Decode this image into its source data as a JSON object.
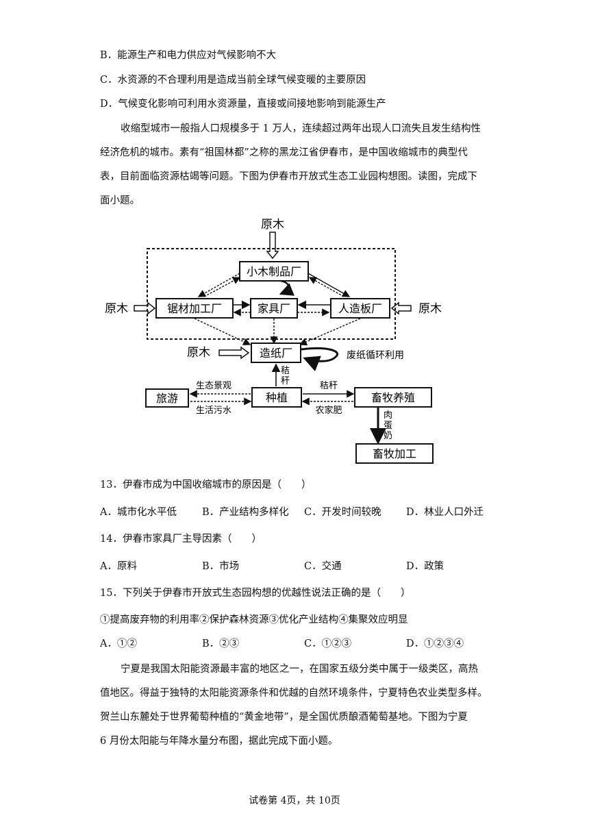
{
  "prev_options": {
    "B": "B．能源生产和电力供应对气候影响不大",
    "C": "C．水资源的不合理利用是造成当前全球气候变暖的主要原因",
    "D": "D．气候变化影响可利用水资源量，直接或间接地影响到能源生产"
  },
  "passage1": {
    "line1": "收缩型城市一般指人口规模多于 1 万人，连续超过两年出现人口流失且发生结构性",
    "line2": "经济危机的城市。素有“祖国林都”之称的黑龙江省伊春市，是中国收缩城市的典型代",
    "line3": "表，目前面临资源枯竭等问题。下图为伊春市开放式生态工业园构想图。读图，完成下",
    "line4": "面小题。"
  },
  "diagram": {
    "raw_wood_top": "原木",
    "raw_wood_left": "原木",
    "raw_wood_right": "原木",
    "raw_wood_paper": "原木",
    "small_wood": "小木制品厂",
    "sawmill": "锯材加工厂",
    "furniture": "家具厂",
    "panel": "人造板厂",
    "paper": "造纸厂",
    "waste_paper": "废纸循环利用",
    "straw_1": "秸",
    "straw_2": "秆",
    "tourism": "旅游",
    "planting": "种植",
    "livestock": "畜牧养殖",
    "livestock_processing": "畜牧加工",
    "eco_landscape": "生态景观",
    "sewage": "生活污水",
    "straw_h": "秸秆",
    "manure": "农家肥",
    "meat": "肉",
    "egg": "蛋",
    "milk": "奶"
  },
  "q13": {
    "stem": "13．伊春市成为中国收缩城市的原因是（　　）",
    "A": "A．城市化水平低",
    "B": "B．产业结构多样化",
    "C": "C．开发时间较晚",
    "D": "D．林业人口外迁"
  },
  "q14": {
    "stem": "14．伊春市家具厂主导因素（　　）",
    "A": "A．原料",
    "B": "B．市场",
    "C": "C．交通",
    "D": "D．政策"
  },
  "q15": {
    "stem": "15．下列关于伊春市开放式生态园构想的优越性说法正确的是（　　）",
    "statements": "①提高废弃物的利用率②保护森林资源③优化产业结构④集聚效应明显",
    "A": "A．①②",
    "B": "B．②③",
    "C": "C．①②③",
    "D": "D．①②③④"
  },
  "passage2": {
    "line1": "宁夏是我国太阳能资源最丰富的地区之一，在国家五级分类中属于一级类区，高热",
    "line2": "值地区。得益于独特的太阳能资源条件和优越的自然环境条件，宁夏特色农业类型多样。",
    "line3": "贺兰山东麓处于世界葡萄种植的“黄金地带”，是全国优质酿酒葡萄基地。下图为宁夏",
    "line4": "6 月份太阳能与年降水量分布图，据此完成下面小题。"
  },
  "footer": "试卷第 4页，共 10页"
}
